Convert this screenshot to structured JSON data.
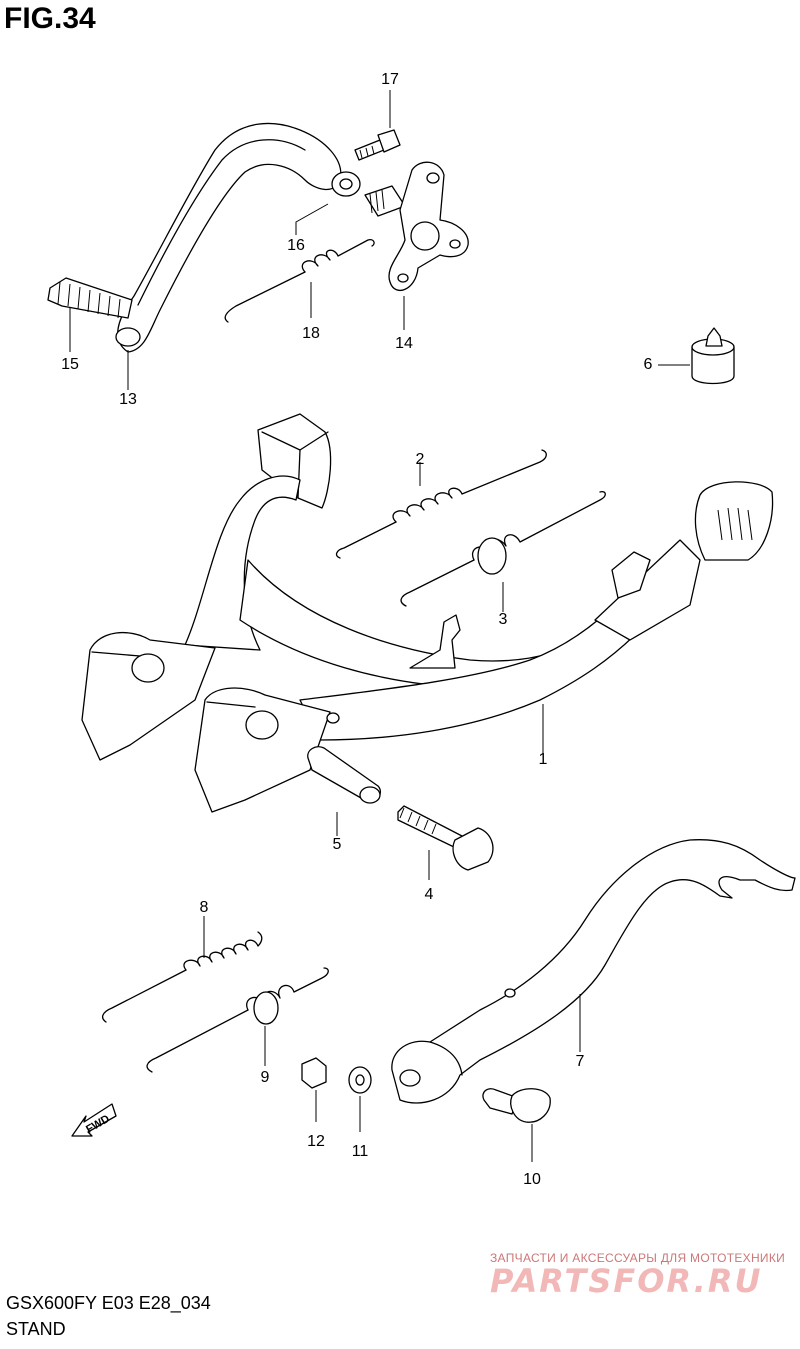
{
  "figure": {
    "title": "FIG.34",
    "model_code": "GSX600FY E03 E28_034",
    "section_name": "STAND"
  },
  "callouts": [
    {
      "id": "1",
      "label": "1"
    },
    {
      "id": "2",
      "label": "2"
    },
    {
      "id": "3",
      "label": "3"
    },
    {
      "id": "4",
      "label": "4"
    },
    {
      "id": "5",
      "label": "5"
    },
    {
      "id": "6",
      "label": "6"
    },
    {
      "id": "7",
      "label": "7"
    },
    {
      "id": "8",
      "label": "8"
    },
    {
      "id": "9",
      "label": "9"
    },
    {
      "id": "10",
      "label": "10"
    },
    {
      "id": "11",
      "label": "11"
    },
    {
      "id": "12",
      "label": "12"
    },
    {
      "id": "13",
      "label": "13"
    },
    {
      "id": "14",
      "label": "14"
    },
    {
      "id": "15",
      "label": "15"
    },
    {
      "id": "16",
      "label": "16"
    },
    {
      "id": "17",
      "label": "17"
    },
    {
      "id": "18",
      "label": "18"
    }
  ],
  "direction_marker": {
    "label": "FWD",
    "icon": "fwd-arrow-icon"
  },
  "watermark": {
    "tagline": "ЗАПЧАСТИ И АКСЕССУАРЫ ДЛЯ МОТОТЕХНИКИ",
    "logo_text": "PARTSFOR.RU"
  }
}
